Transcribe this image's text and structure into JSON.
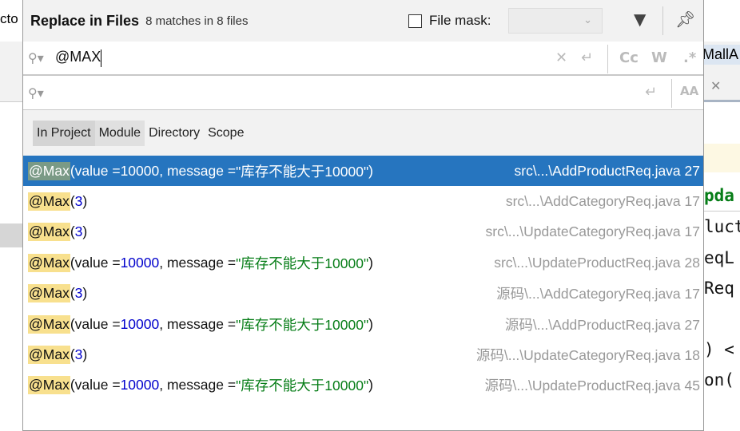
{
  "background": {
    "left_text": "cto",
    "right_tab": "MallA",
    "right_code": [
      "pda",
      "luct",
      "eqL",
      "Req",
      ") <",
      "on("
    ]
  },
  "header": {
    "title": "Replace in Files",
    "match_summary": "8 matches in 8 files",
    "file_mask_label": "File mask:",
    "file_mask_value": ""
  },
  "search": {
    "find_value": "@MAX",
    "replace_value": "",
    "case_label": "Cc",
    "word_label": "W",
    "regex_label": ".*"
  },
  "scopes": [
    {
      "label": "In Project",
      "selected": true
    },
    {
      "label": "Module"
    },
    {
      "label": "Directory"
    },
    {
      "label": "Scope"
    }
  ],
  "results": [
    {
      "match": "@Max",
      "rest": [
        [
          "(value = ",
          ""
        ],
        [
          "10000",
          "num"
        ],
        [
          ", message = ",
          ""
        ],
        [
          "\"库存不能大于10000\"",
          "str"
        ],
        [
          ")",
          ""
        ]
      ],
      "file": "src\\...\\AddProductReq.java 27",
      "active": true
    },
    {
      "match": "@Max",
      "rest": [
        [
          "(",
          ""
        ],
        [
          "3",
          "num"
        ],
        [
          ")",
          ""
        ]
      ],
      "file": "src\\...\\AddCategoryReq.java 17"
    },
    {
      "match": "@Max",
      "rest": [
        [
          "(",
          ""
        ],
        [
          "3",
          "num"
        ],
        [
          ")",
          ""
        ]
      ],
      "file": "src\\...\\UpdateCategoryReq.java 17"
    },
    {
      "match": "@Max",
      "rest": [
        [
          "(value = ",
          ""
        ],
        [
          "10000",
          "num"
        ],
        [
          ", message = ",
          ""
        ],
        [
          "\"库存不能大于10000\"",
          "str"
        ],
        [
          ")",
          ""
        ]
      ],
      "file": "src\\...\\UpdateProductReq.java 28"
    },
    {
      "match": "@Max",
      "rest": [
        [
          "(",
          ""
        ],
        [
          "3",
          "num"
        ],
        [
          ")",
          ""
        ]
      ],
      "file": "源码\\...\\AddCategoryReq.java 17"
    },
    {
      "match": "@Max",
      "rest": [
        [
          "(value = ",
          ""
        ],
        [
          "10000",
          "num"
        ],
        [
          ", message = ",
          ""
        ],
        [
          "\"库存不能大于10000\"",
          "str"
        ],
        [
          ")",
          ""
        ]
      ],
      "file": "源码\\...\\AddProductReq.java 27"
    },
    {
      "match": "@Max",
      "rest": [
        [
          "(",
          ""
        ],
        [
          "3",
          "num"
        ],
        [
          ")",
          ""
        ]
      ],
      "file": "源码\\...\\UpdateCategoryReq.java 18"
    },
    {
      "match": "@Max",
      "rest": [
        [
          "(value = ",
          ""
        ],
        [
          "10000",
          "num"
        ],
        [
          ", message = ",
          ""
        ],
        [
          "\"库存不能大于10000\"",
          "str"
        ],
        [
          ")",
          ""
        ]
      ],
      "file": "源码\\...\\UpdateProductReq.java 45"
    }
  ]
}
